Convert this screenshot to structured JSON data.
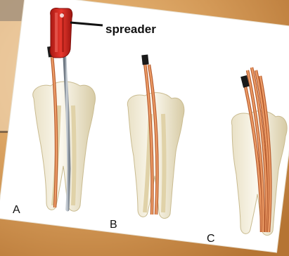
{
  "figure": {
    "label_spreader": "spreader",
    "panel_labels": [
      "A",
      "B",
      "C"
    ]
  },
  "colors": {
    "background": "#d9a566",
    "card": "#ffffff",
    "tooth_enamel": "#f4f0e3",
    "tooth_shadow": "#d9cfae",
    "gutta_percha": "#e8905a",
    "gutta_percha_dark": "#b85f32",
    "spreader_handle": "#d42a24",
    "spreader_shaft": "#9aa3ad",
    "cone_tip": "#1a1a1a"
  },
  "icons": [
    "tooth-icon",
    "spreader-icon"
  ]
}
